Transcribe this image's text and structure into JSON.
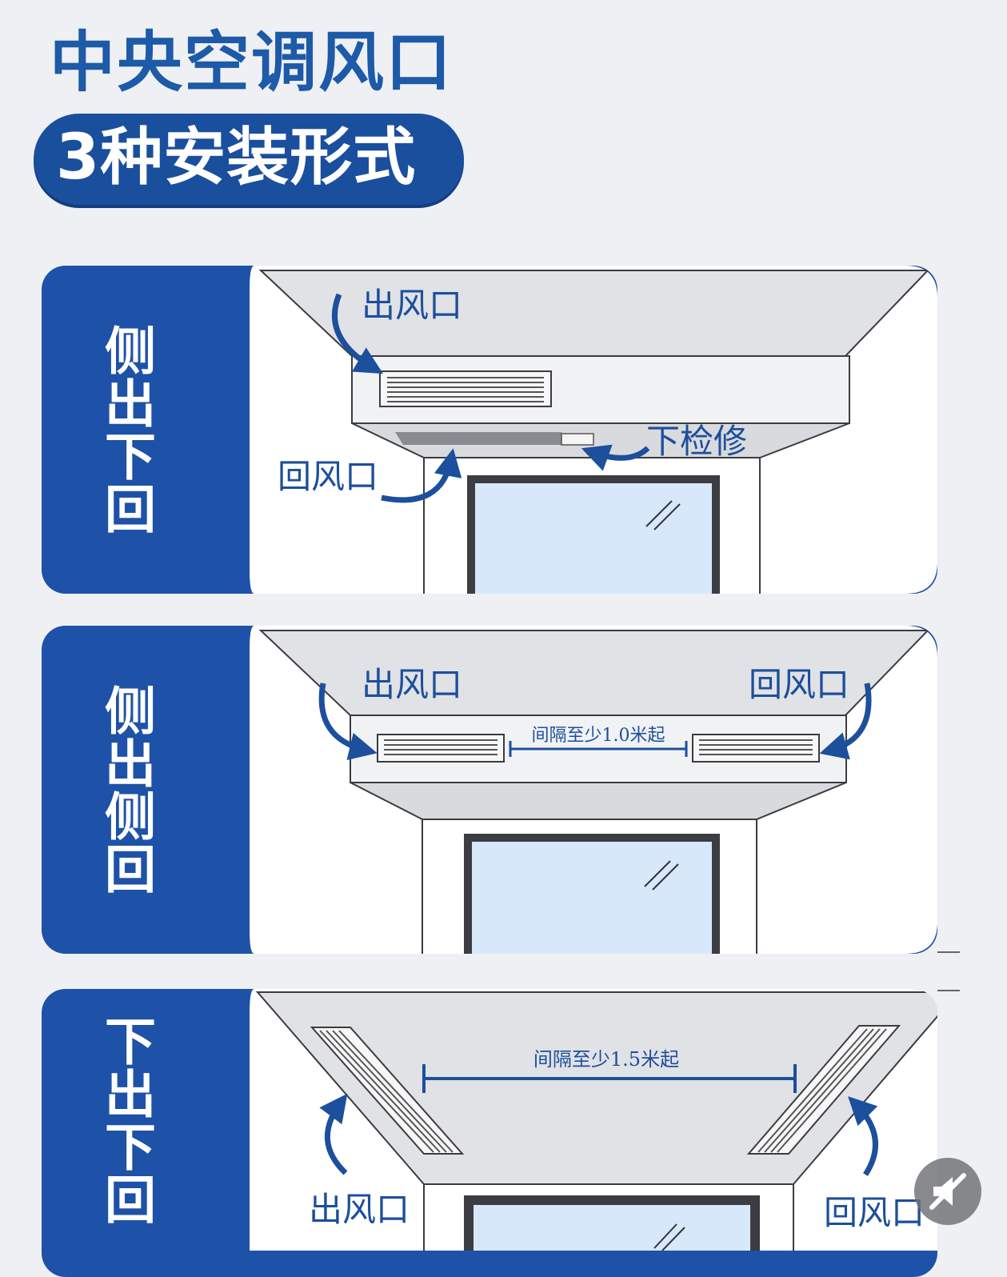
{
  "title": {
    "line1": "中央空调风口",
    "line2": "3种安装形式"
  },
  "panels": [
    {
      "side_label": "侧出下回",
      "labels": {
        "outlet": "出风口",
        "return": "回风口",
        "inspection": "下检修"
      }
    },
    {
      "side_label": "侧出侧回",
      "labels": {
        "outlet": "出风口",
        "return": "回风口",
        "spacing": "间隔至少1.0米起"
      }
    },
    {
      "side_label": "下出下回",
      "labels": {
        "outlet": "出风口",
        "return": "回风口",
        "spacing": "间隔至少1.5米起"
      }
    }
  ],
  "colors": {
    "brand_blue": "#1e52a8",
    "title_blue": "#1d5aa8",
    "background": "#eef0f3"
  },
  "icons": {
    "mute": "speaker-muted-icon"
  }
}
